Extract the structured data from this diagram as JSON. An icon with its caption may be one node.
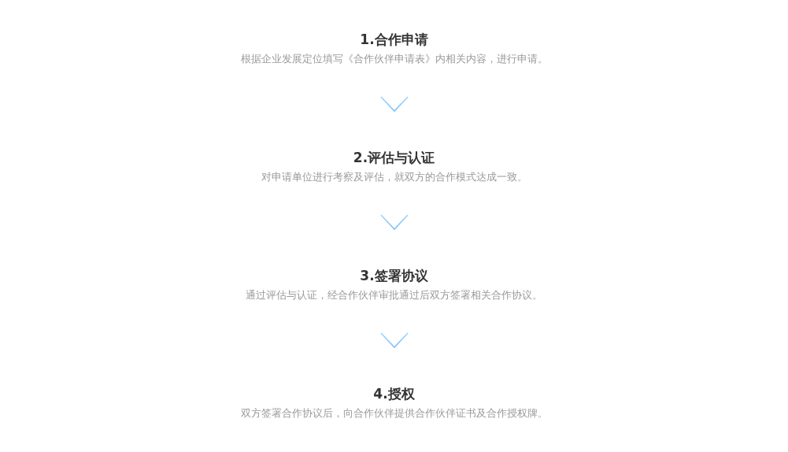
{
  "diagram": {
    "nodes": [
      {
        "text": [
          "1.合作申请",
          "根据企业发展定位填写《合作伙伴申请表》内相关内容，进行申请。"
        ]
      },
      {
        "text": [
          "2.评估与认证",
          "对申请单位进行考察及评估，就双方的合作模式达成一致。"
        ]
      },
      {
        "text": [
          "3.签署协议",
          "通过评估与认证，经合作伙伴审批通过后双方签署相关合作协议。"
        ]
      },
      {
        "text": [
          "4.授权",
          "双方签署合作协议后，向合作伙伴提供合作伙伴证书及合作授权牌。"
        ]
      }
    ],
    "edges": [
      {
        "from": 0,
        "to": 1,
        "arrow": "to"
      },
      {
        "from": 1,
        "to": 2,
        "arrow": "to"
      },
      {
        "from": 2,
        "to": 3,
        "arrow": "to"
      }
    ]
  }
}
